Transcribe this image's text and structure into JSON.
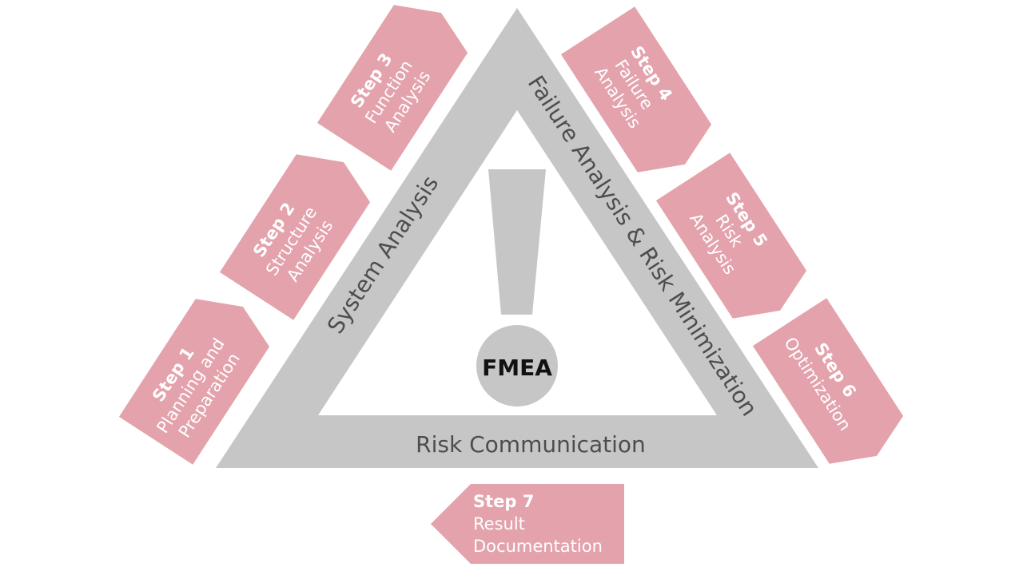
{
  "colors": {
    "triangle": "#c6c6c6",
    "arrow": "#e3a2ac",
    "side_text": "#4d4d4d",
    "step_text": "#ffffff",
    "fmea_text": "#111111"
  },
  "center": {
    "label": "FMEA",
    "icon": "exclamation-icon"
  },
  "sides": {
    "left": "System Analysis",
    "right": "Failure Analysis & Risk Minimization",
    "bottom": "Risk Communication"
  },
  "steps": [
    {
      "title": "Step 1",
      "line1": "Planning and",
      "line2": "Preparation"
    },
    {
      "title": "Step 2",
      "line1": "Structure",
      "line2": "Analysis"
    },
    {
      "title": "Step 3",
      "line1": "Function",
      "line2": "Analysis"
    },
    {
      "title": "Step 4",
      "line1": "Failure",
      "line2": "Analysis"
    },
    {
      "title": "Step 5",
      "line1": "Risk",
      "line2": "Analysis"
    },
    {
      "title": "Step 6",
      "line1": "Optimization",
      "line2": ""
    },
    {
      "title": "Step 7",
      "line1": "Result",
      "line2": "Documentation"
    }
  ]
}
